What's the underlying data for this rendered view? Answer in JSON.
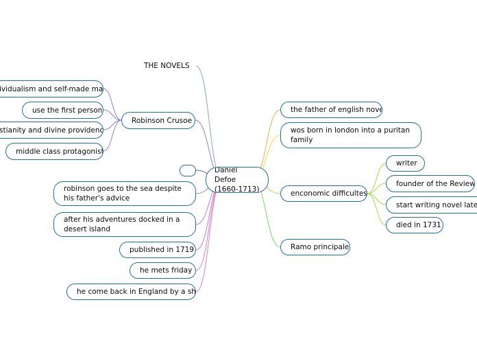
{
  "mindmap": {
    "center": "Daniel Defoe\n(1660-1713)",
    "novels": "THE NOVELS",
    "robinson": {
      "label": "Robinson Crusoe",
      "children": [
        "ividualism and self-made man",
        "use the first person",
        "stianity and divine providence",
        "middle class protagonist"
      ]
    },
    "empty_topic": "",
    "left_topics": [
      "robinson goes to the sea despite his father's advice",
      "after his adventures docked in a desert island",
      "published in 1719",
      "he mets friday",
      "he come back in England by a ship"
    ],
    "right_topics": [
      "the father of english novel",
      "wos born in london into a puritan family",
      "enconomic difficultes",
      "Ramo principale"
    ],
    "difficultes_children": [
      "writer",
      "founder of the Review",
      "start writing novel late in l",
      "died in 1731"
    ]
  }
}
